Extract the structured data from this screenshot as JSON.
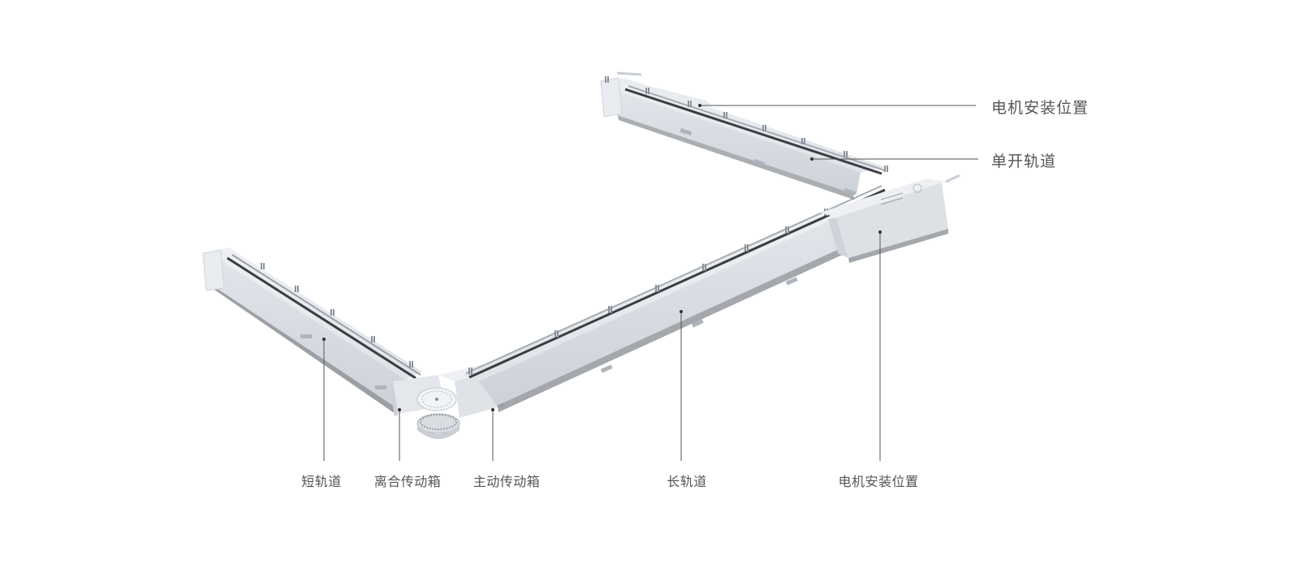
{
  "diagram": {
    "subject": "curtain-track-system",
    "colors": {
      "background": "#ffffff",
      "track_top": "#e6e9ee",
      "track_side": "#d7dbe1",
      "track_dark": "#b8bec6",
      "rail_groove": "#3a3d42",
      "leader_line": "#555555",
      "label_text": "#555555"
    },
    "callouts_right": [
      {
        "id": "motor-top",
        "label": "电机安装位置"
      },
      {
        "id": "single-track",
        "label": "单开轨道"
      }
    ],
    "callouts_bottom": [
      {
        "id": "short-track",
        "label": "短轨道"
      },
      {
        "id": "clutch-gearbox",
        "label": "离合传动箱"
      },
      {
        "id": "drive-gearbox",
        "label": "主动传动箱"
      },
      {
        "id": "long-track",
        "label": "长轨道"
      },
      {
        "id": "motor-bottom",
        "label": "电机安装位置"
      }
    ]
  }
}
